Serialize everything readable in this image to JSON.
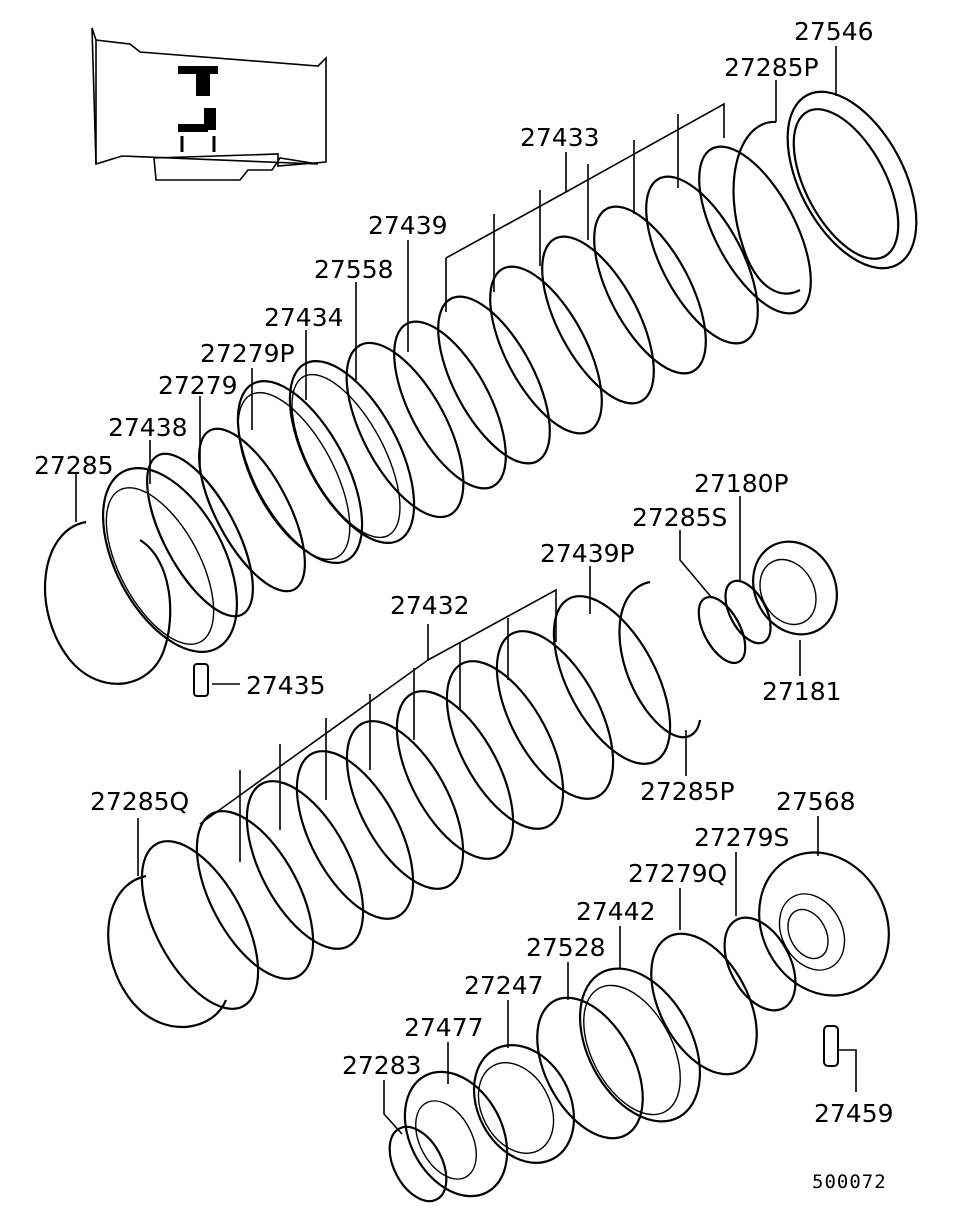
{
  "parts": [
    {
      "key": "p27546",
      "number": "27546"
    },
    {
      "key": "p27285P_top",
      "number": "27285P"
    },
    {
      "key": "p27433",
      "number": "27433"
    },
    {
      "key": "p27439",
      "number": "27439"
    },
    {
      "key": "p27558",
      "number": "27558"
    },
    {
      "key": "p27434",
      "number": "27434"
    },
    {
      "key": "p27279P",
      "number": "27279P"
    },
    {
      "key": "p27279",
      "number": "27279"
    },
    {
      "key": "p27438",
      "number": "27438"
    },
    {
      "key": "p27285",
      "number": "27285"
    },
    {
      "key": "p27180P",
      "number": "27180P"
    },
    {
      "key": "p27285S",
      "number": "27285S"
    },
    {
      "key": "p27439P",
      "number": "27439P"
    },
    {
      "key": "p27432",
      "number": "27432"
    },
    {
      "key": "p27435",
      "number": "27435"
    },
    {
      "key": "p27181",
      "number": "27181"
    },
    {
      "key": "p27285P_mid",
      "number": "27285P"
    },
    {
      "key": "p27568",
      "number": "27568"
    },
    {
      "key": "p27285Q",
      "number": "27285Q"
    },
    {
      "key": "p27279S",
      "number": "27279S"
    },
    {
      "key": "p27279Q",
      "number": "27279Q"
    },
    {
      "key": "p27442",
      "number": "27442"
    },
    {
      "key": "p27528",
      "number": "27528"
    },
    {
      "key": "p27247",
      "number": "27247"
    },
    {
      "key": "p27477",
      "number": "27477"
    },
    {
      "key": "p27283",
      "number": "27283"
    },
    {
      "key": "p27459",
      "number": "27459"
    }
  ],
  "diagram_code": "500072"
}
